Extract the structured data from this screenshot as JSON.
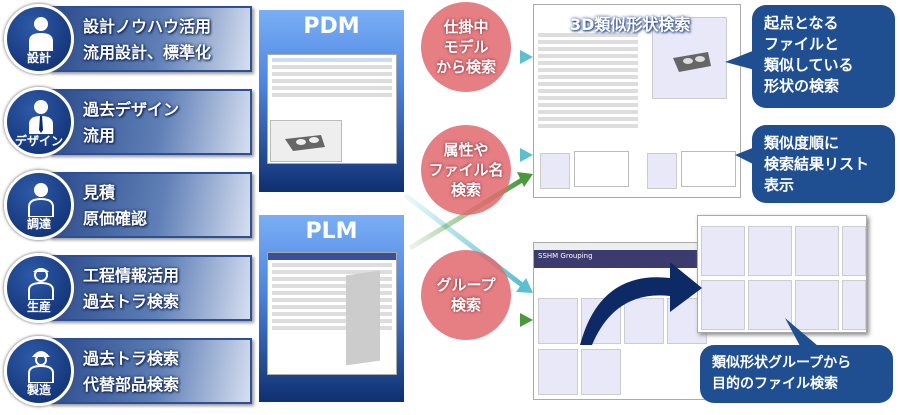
{
  "roles": [
    {
      "role": "設計",
      "lines": [
        "設計ノウハウ活用",
        "流用設計、標準化"
      ]
    },
    {
      "role": "デザイン",
      "lines": [
        "過去デザイン",
        "流用"
      ]
    },
    {
      "role": "調達",
      "lines": [
        "見積",
        "原価確認"
      ]
    },
    {
      "role": "生産",
      "lines": [
        "工程情報活用",
        "過去トラ検索"
      ]
    },
    {
      "role": "製造",
      "lines": [
        "過去トラ検索",
        "代替部品検索"
      ]
    }
  ],
  "systems": {
    "pdm": "PDM",
    "plm": "PLM"
  },
  "methods": [
    {
      "lines": [
        "仕掛中",
        "モデル",
        "から検索"
      ]
    },
    {
      "lines": [
        "属性や",
        "ファイル名",
        "検索"
      ]
    },
    {
      "lines": [
        "グループ",
        "検索"
      ]
    }
  ],
  "search3d": {
    "title": "3D類似形状検索"
  },
  "grouping": {
    "app_title": "SSHM Grouping"
  },
  "callouts": [
    {
      "lines": [
        "起点となる",
        "ファイルと",
        "類似している",
        "形状の検索"
      ]
    },
    {
      "lines": [
        "類似度順に",
        "検索結果リスト",
        "表示"
      ]
    },
    {
      "lines": [
        "類似形状グループから",
        "目的のファイル検索"
      ]
    }
  ],
  "colors": {
    "navy": "#1f4f91",
    "teal": "#5bbfcf",
    "green": "#4a9a3a",
    "red": "#e2686e"
  }
}
